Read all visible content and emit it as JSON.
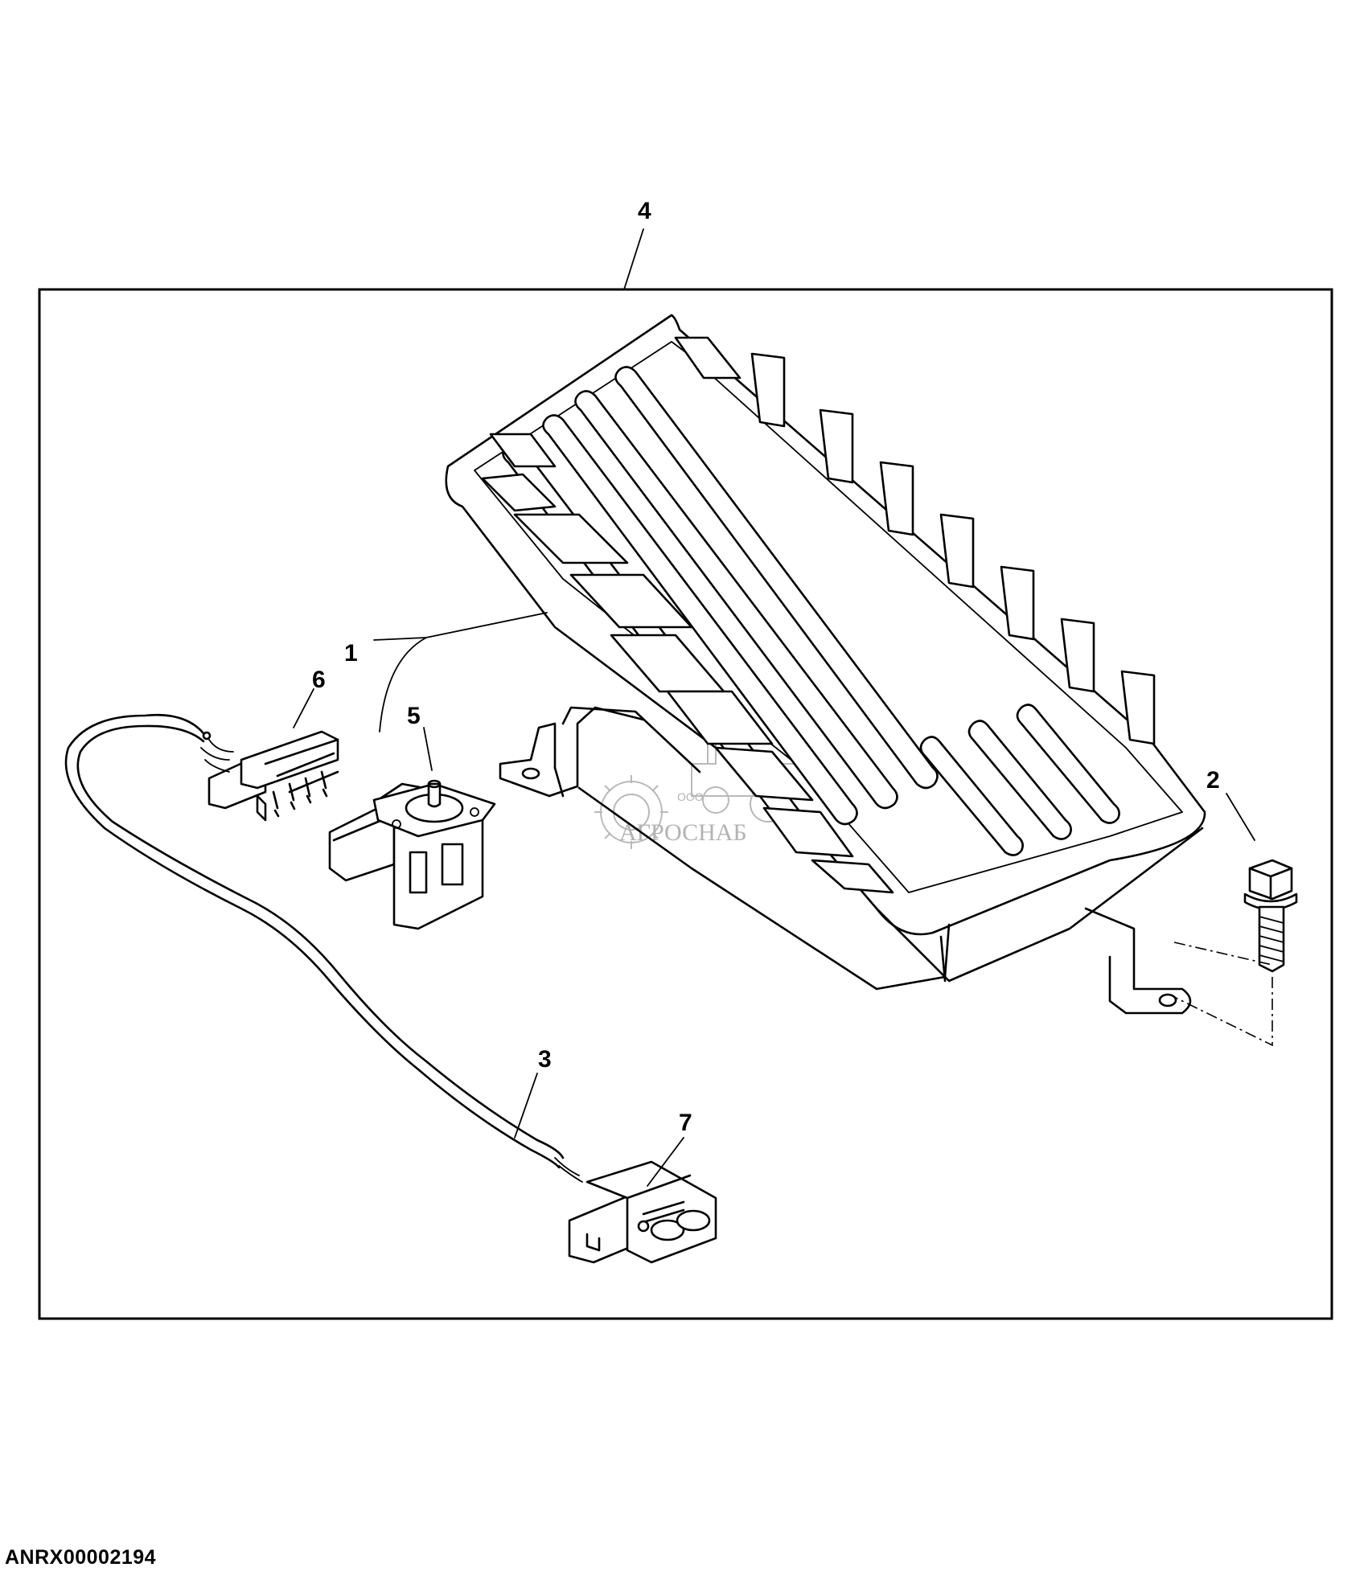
{
  "figure_id": "ANRX00002194",
  "watermark": {
    "small_text": "ООО",
    "brand_text": "АГРОСНАБ"
  },
  "callouts": [
    {
      "id": "1",
      "label": "1"
    },
    {
      "id": "2",
      "label": "2"
    },
    {
      "id": "3",
      "label": "3"
    },
    {
      "id": "4",
      "label": "4"
    },
    {
      "id": "5",
      "label": "5"
    },
    {
      "id": "6",
      "label": "6"
    },
    {
      "id": "7",
      "label": "7"
    }
  ],
  "parts": [
    {
      "callout": "1",
      "icon": "pedal-icon"
    },
    {
      "callout": "2",
      "icon": "bolt-icon"
    },
    {
      "callout": "3",
      "icon": "wiring-harness-icon"
    },
    {
      "callout": "4",
      "icon": "assembly-frame-icon"
    },
    {
      "callout": "5",
      "icon": "position-sensor-icon"
    },
    {
      "callout": "6",
      "icon": "multi-pin-connector-icon"
    },
    {
      "callout": "7",
      "icon": "plug-connector-icon"
    }
  ]
}
